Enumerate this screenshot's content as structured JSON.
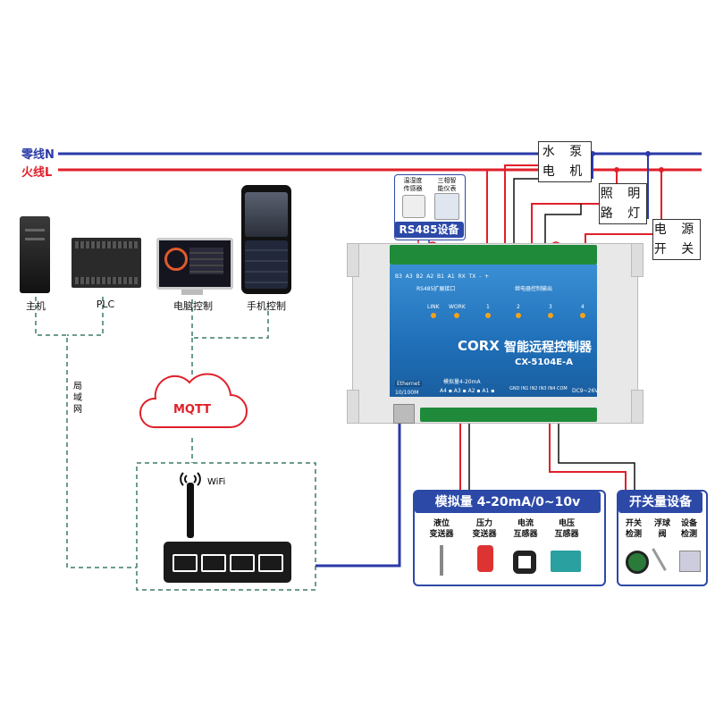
{
  "wires": {
    "neutral_label": "零线N",
    "live_label": "火线L"
  },
  "loads": {
    "pump": [
      "水 泵",
      "电 机"
    ],
    "lamp": [
      "照 明",
      "路 灯"
    ],
    "power": [
      "电 源",
      "开 关"
    ]
  },
  "devices": {
    "host": "主机",
    "plc": "PLC",
    "pc": "电脑控制",
    "phone": "手机控制"
  },
  "network": {
    "lan": "局\n域\n网",
    "mqtt": "MQTT",
    "wifi": "WiFi"
  },
  "rs485": {
    "title": "RS485设备",
    "sensor1": "温湿度\n传感器",
    "sensor2": "三相智\n能仪表"
  },
  "controller": {
    "brand": "CORX",
    "name": "智能远程控制器",
    "model": "CX-5104E-A",
    "top_terminals": "B3  A3  B2  A2  B1  A1  RX  TX  -  +",
    "rs485_port": "RS485扩展接口",
    "relay_out": "继电器控制输出",
    "link": "LINK",
    "work": "WORK",
    "channels": [
      "1",
      "2",
      "3",
      "4"
    ],
    "ethernet": "Ethernet",
    "speed": "10/100M",
    "analog_in": "模拟量4-20mA",
    "analog_terms": "A4 ▪ A3 ▪ A2 ▪ A1 ▪",
    "power_in": "DC9~26V",
    "di_terms": "GND IN1 IN2 IN3 IN4 COM"
  },
  "analog_panel": {
    "title": "模拟量 4-20mA/0~10v",
    "items": [
      "液位\n变送器",
      "压力\n变送器",
      "电流\n互感器",
      "电压\n互感器"
    ]
  },
  "switch_panel": {
    "title": "开关量设备",
    "items": [
      "开关\n检测",
      "浮球\n阀",
      "设备\n检测"
    ]
  },
  "colors": {
    "neutral": "#2b3aa8",
    "live": "#e0202a",
    "lan_dash": "#3b7a6a",
    "controller_blue": "#1f6fb8",
    "terminal_green": "#1f8a3a"
  }
}
